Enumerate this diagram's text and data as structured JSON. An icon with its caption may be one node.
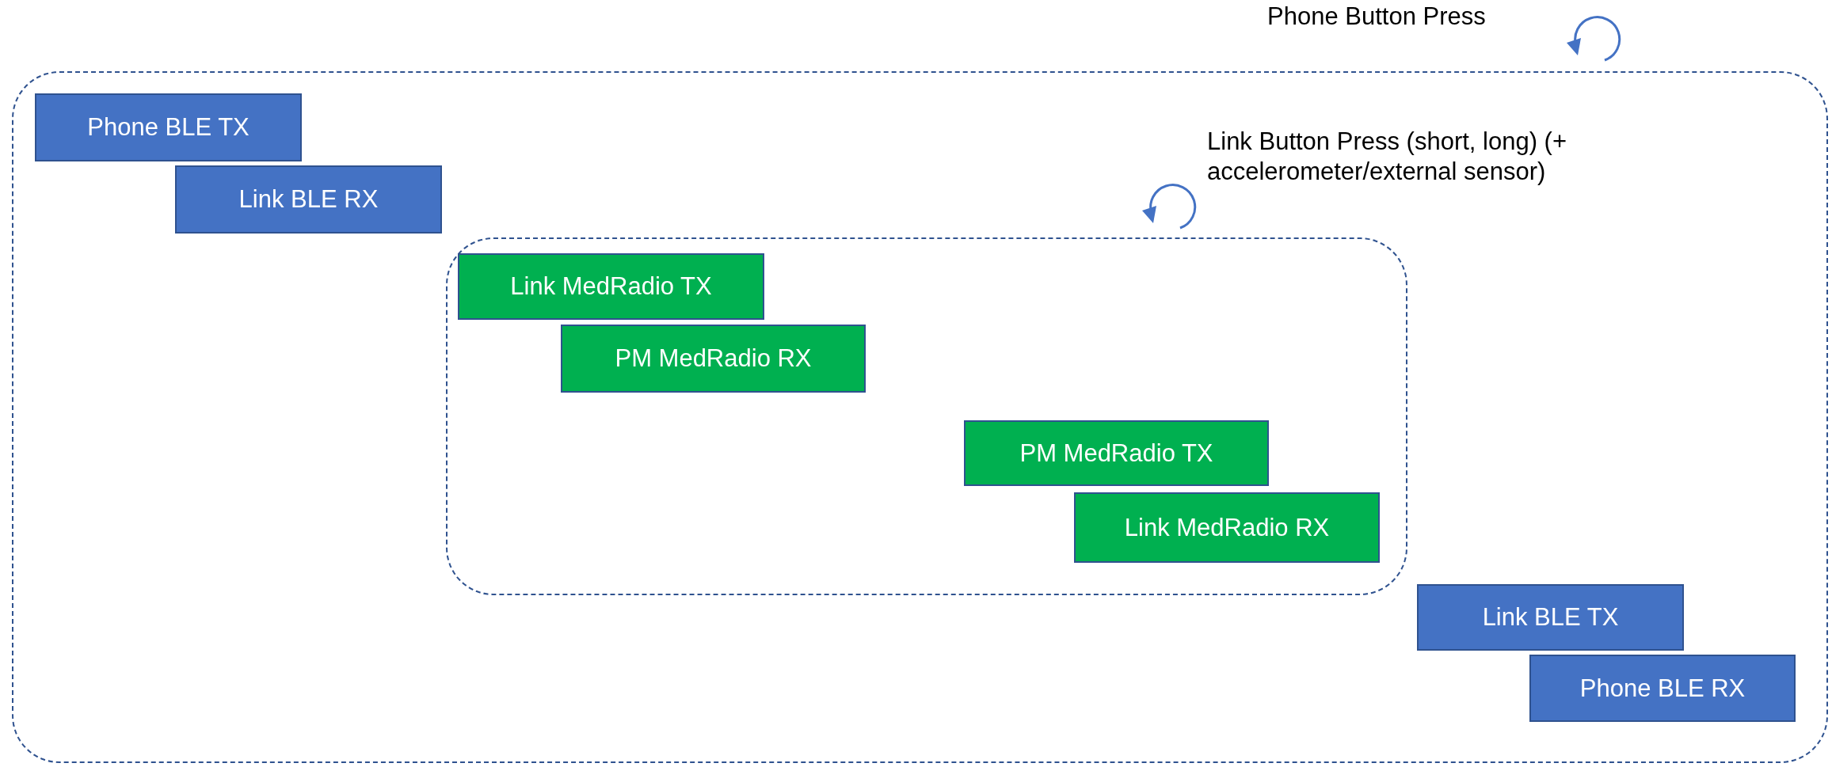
{
  "diagram": {
    "nodes": [
      {
        "text": [],
        "shape": "box",
        "beside": [
          "Phone Button Press"
        ]
      },
      {
        "text": [
          "Phone BLE TX"
        ],
        "in": 0
      },
      {
        "text": [
          "Link BLE RX"
        ],
        "in": 0
      },
      {
        "text": [],
        "shape": "box",
        "in": 0,
        "beside": [
          "Link Button Press (short, long) (+ accelerometer/external sensor)"
        ]
      },
      {
        "text": [
          "Link MedRadio TX"
        ],
        "in": 3
      },
      {
        "text": [
          "PM MedRadio RX"
        ],
        "in": 3
      },
      {
        "text": [
          "PM MedRadio TX"
        ],
        "in": 3
      },
      {
        "text": [
          "Link MedRadio RX"
        ],
        "in": 3
      },
      {
        "text": [
          "Link BLE TX"
        ],
        "in": 0
      },
      {
        "text": [
          "Phone BLE RX"
        ],
        "in": 0
      }
    ]
  }
}
